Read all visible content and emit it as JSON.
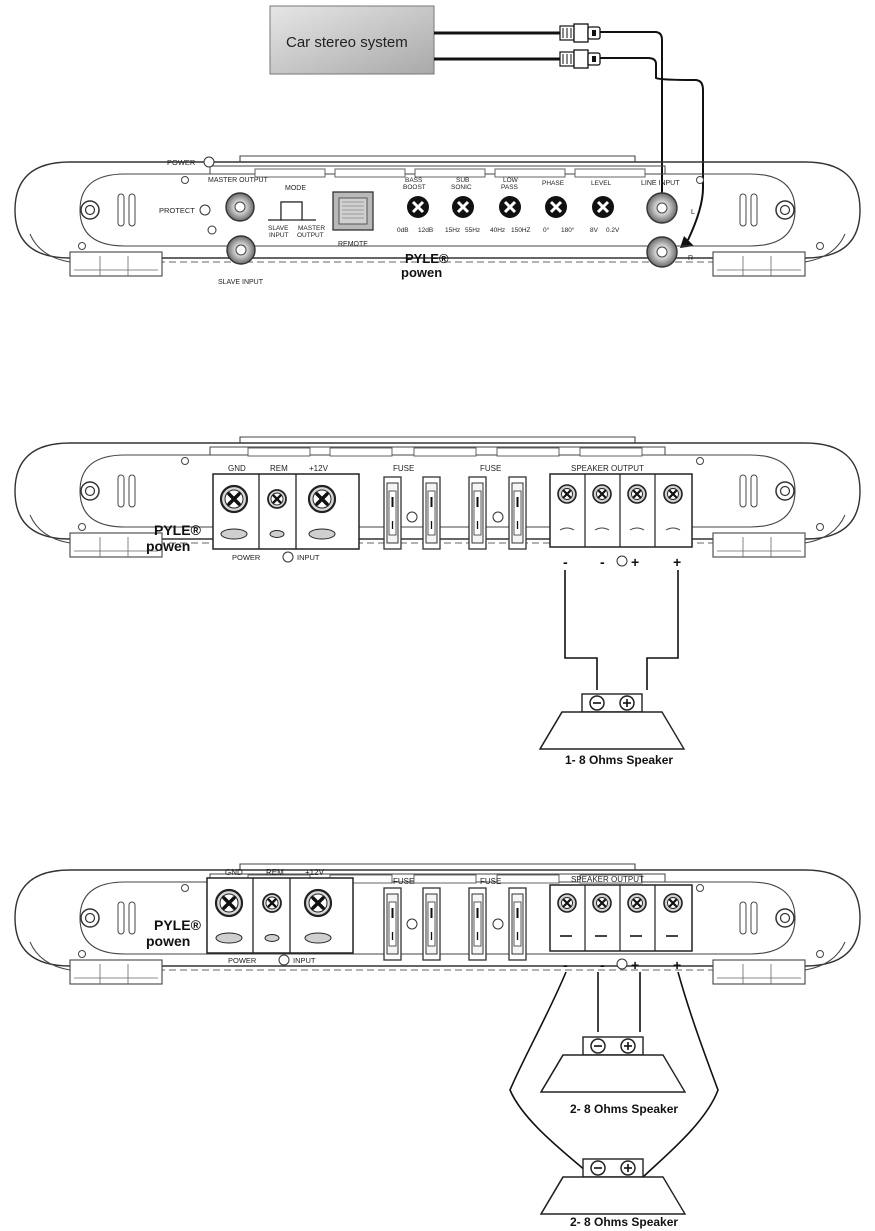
{
  "source_label": "Car stereo system",
  "panel1": {
    "labels": {
      "power": "POWER",
      "protect": "PROTECT",
      "master_output": "MASTER OUTPUT",
      "slave_input": "SLAVE INPUT",
      "mode": "MODE",
      "mode_slave_line1": "SLAVE",
      "mode_slave_line2": "INPUT",
      "mode_master_line1": "MASTER",
      "mode_master_line2": "OUTPUT",
      "remote": "REMOTE",
      "line_input": "LINE INPUT",
      "left": "L",
      "right": "R"
    },
    "knobs": [
      {
        "label1": "BASS",
        "label2": "BOOST",
        "min": "0dB",
        "max": "12dB"
      },
      {
        "label1": "SUB",
        "label2": "SONIC",
        "min": "15Hz",
        "max": "55Hz"
      },
      {
        "label1": "LOW",
        "label2": "PASS",
        "min": "40Hz",
        "max": "150HZ"
      },
      {
        "label1": "",
        "label2": "PHASE",
        "min": "0°",
        "max": "180°"
      },
      {
        "label1": "",
        "label2": "LEVEL",
        "min": "8V",
        "max": "0.2V"
      }
    ]
  },
  "brand": {
    "line1": "PYLE®",
    "line2": "powen"
  },
  "power_block": {
    "gnd": "GND",
    "rem": "REM",
    "v12": "+12V",
    "caption_left": "POWER",
    "caption_right": "INPUT"
  },
  "fuse_label": "FUSE",
  "speaker_output_label": "SPEAKER OUTPUT",
  "polarity": {
    "minus": "-",
    "plus": "+"
  },
  "speaker_labels": {
    "single": "1- 8  Ohms Speaker",
    "dual_a": "2- 8  Ohms Speaker",
    "dual_b": "2- 8  Ohms Speaker"
  }
}
